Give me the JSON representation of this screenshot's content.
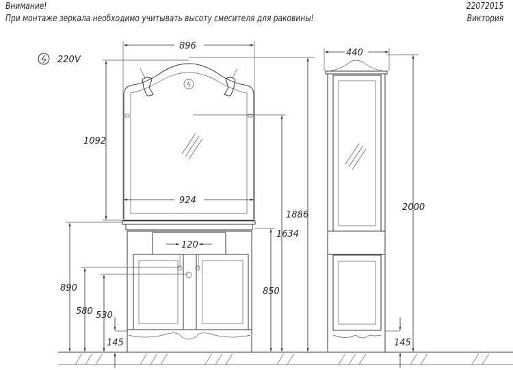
{
  "header": {
    "warning_title": "Внимание!",
    "warning_text": "При монтаже зеркала необходимо учитывать высоту смесителя для раковины!",
    "code": "22072015",
    "model": "Виктория"
  },
  "power": {
    "icon": "electric-outlet-icon",
    "label": "220V"
  },
  "dimensions": {
    "mirror_width": "896",
    "mirror_height": "1092",
    "cabinet_width": "924",
    "drawer_gap": "120",
    "vanity_height": "890",
    "mixer_height": "580",
    "drain_height": "530",
    "leg_height": "145",
    "outlet_height": "1634",
    "countertop_height": "850",
    "mirror_top_height": "1886",
    "tall_width": "440",
    "tall_height": "2000",
    "tall_leg_height": "145"
  }
}
